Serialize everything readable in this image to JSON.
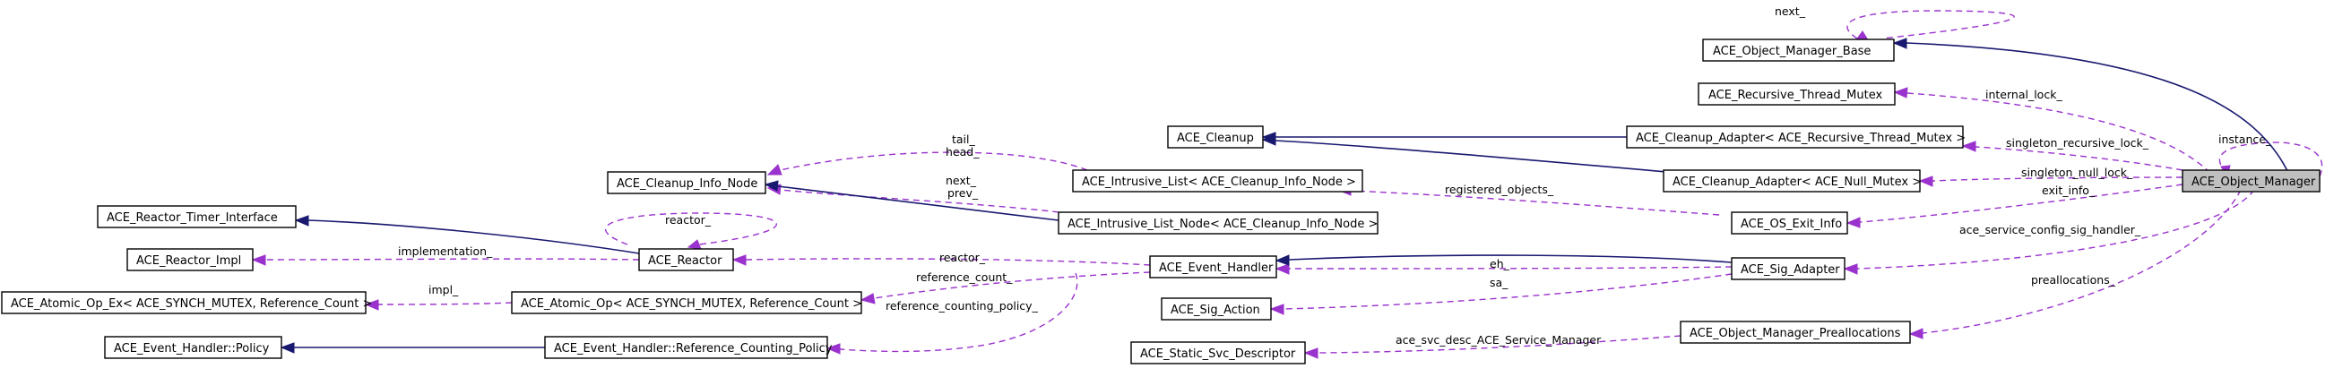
{
  "nodes": {
    "object_manager_base": "ACE_Object_Manager_Base",
    "recursive_thread_mutex": "ACE_Recursive_Thread_Mutex",
    "cleanup": "ACE_Cleanup",
    "cleanup_adapter_recursive": "ACE_Cleanup_Adapter< ACE_Recursive_Thread_Mutex >",
    "object_manager": "ACE_Object_Manager",
    "cleanup_info_node": "ACE_Cleanup_Info_Node",
    "intrusive_list": "ACE_Intrusive_List< ACE_Cleanup_Info_Node >",
    "cleanup_adapter_null": "ACE_Cleanup_Adapter< ACE_Null_Mutex >",
    "reactor_timer_interface": "ACE_Reactor_Timer_Interface",
    "intrusive_list_node": "ACE_Intrusive_List_Node< ACE_Cleanup_Info_Node >",
    "os_exit_info": "ACE_OS_Exit_Info",
    "reactor_impl": "ACE_Reactor_Impl",
    "reactor": "ACE_Reactor",
    "event_handler": "ACE_Event_Handler",
    "sig_adapter": "ACE_Sig_Adapter",
    "atomic_op_ex": "ACE_Atomic_Op_Ex< ACE_SYNCH_MUTEX, Reference_Count >",
    "atomic_op": "ACE_Atomic_Op< ACE_SYNCH_MUTEX, Reference_Count >",
    "sig_action": "ACE_Sig_Action",
    "object_manager_preallocations": "ACE_Object_Manager_Preallocations",
    "event_handler_policy": "ACE_Event_Handler::Policy",
    "reference_counting_policy": "ACE_Event_Handler::Reference_Counting_Policy",
    "static_svc_descriptor": "ACE_Static_Svc_Descriptor"
  },
  "edge_labels": {
    "next": "next_",
    "internal_lock": "internal_lock_",
    "instance": "instance_",
    "singleton_recursive_lock": "singleton_recursive_lock_",
    "singleton_null_lock": "singleton_null_lock_",
    "exit_info": "exit_info_",
    "ace_service_config_sig_handler": "ace_service_config_sig_handler_",
    "preallocations": "preallocations_",
    "registered_objects": "registered_objects_",
    "tail_head": "tail_\nhead_",
    "next_prev": "next_\nprev_",
    "reactor_self": "reactor_",
    "implementation": "implementation_",
    "reactor": "reactor_",
    "eh": "eh_",
    "sa": "sa_",
    "reference_count": "reference_count_",
    "impl": "impl_",
    "reference_counting_policy": "reference_counting_policy_",
    "ace_svc_desc_service_manager": "ace_svc_desc_ACE_Service_Manager"
  },
  "colors": {
    "inheritance": "#191970",
    "usage": "#9a32cd",
    "focus_fill": "#bfbfbf"
  }
}
